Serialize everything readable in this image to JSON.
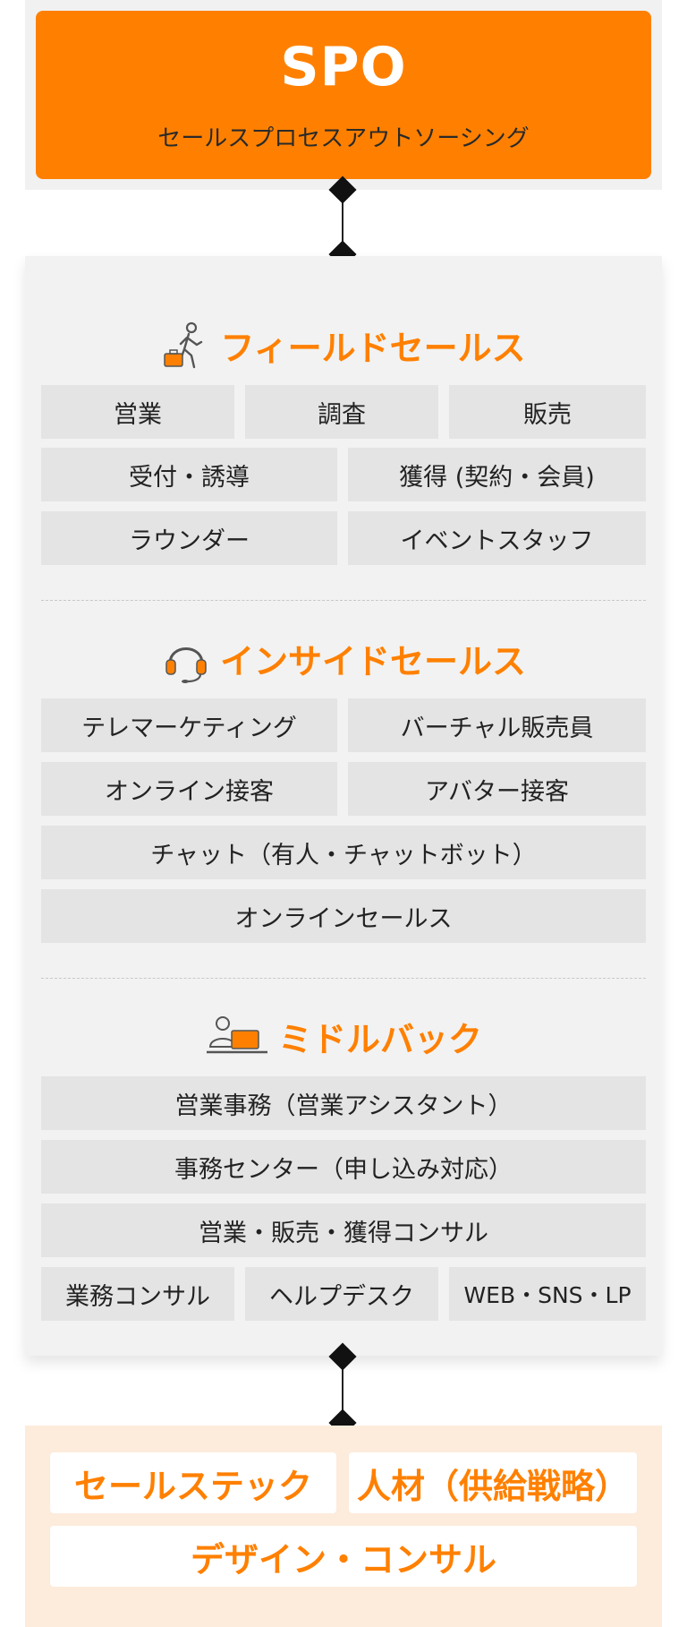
{
  "spo": {
    "title": "SPO",
    "subtitle": "セールスプロセスアウトソーシング"
  },
  "field_sales": {
    "title": "フィールドセールス",
    "icon": "walking-person-with-briefcase-icon",
    "items": [
      "営業",
      "調査",
      "販売",
      "受付・誘導",
      "獲得 (契約・会員)",
      "ラウンダー",
      "イベントスタッフ"
    ]
  },
  "inside_sales": {
    "title": "インサイドセールス",
    "icon": "headset-icon",
    "items": [
      "テレマーケティング",
      "バーチャル販売員",
      "オンライン接客",
      "アバター接客",
      "チャット（有人・チャットボット）",
      "オンラインセールス"
    ]
  },
  "middle_back": {
    "title": "ミドルバック",
    "icon": "person-at-laptop-icon",
    "items": [
      "営業事務（営業アシスタント）",
      "事務センター（申し込み対応）",
      "営業・販売・獲得コンサル",
      "業務コンサル",
      "ヘルプデスク",
      "WEB・SNS・LP"
    ]
  },
  "bottom": {
    "items": [
      "セールステック",
      "人材（供給戦略）",
      "デザイン・コンサル"
    ]
  },
  "colors": {
    "accent": "#ff8000",
    "panel": "#f2f2f2",
    "cell": "#e4e4e4",
    "bottom_bg": "#fdebdb"
  }
}
